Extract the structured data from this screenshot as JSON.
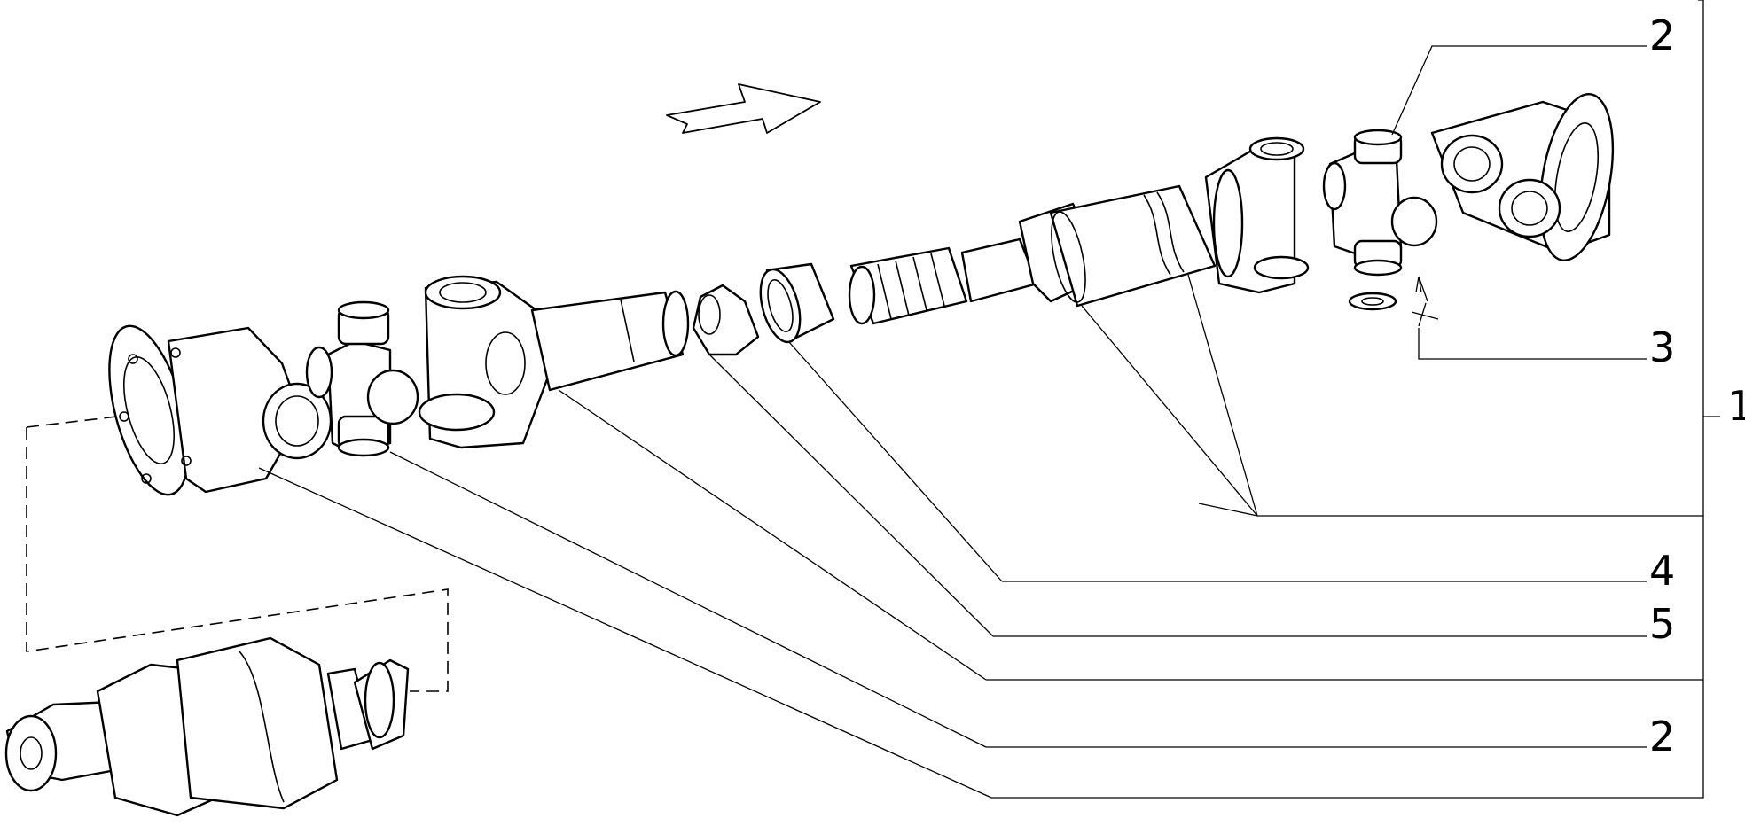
{
  "callouts": {
    "c1": "1",
    "c2_top": "2",
    "c3": "3",
    "c4": "4",
    "c5": "5",
    "c2_bottom": "2"
  },
  "colors": {
    "ink": "#000000",
    "paper": "#ffffff"
  },
  "icons": {
    "direction": "arrow-left-icon"
  }
}
